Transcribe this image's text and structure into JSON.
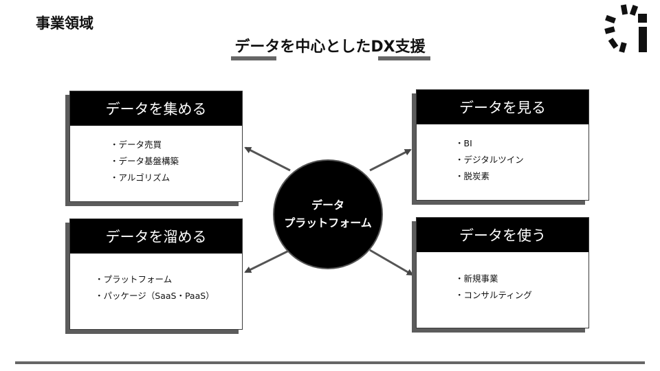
{
  "header": {
    "title": "事業領域",
    "subtitle": "データを中心としたDX支援"
  },
  "hub": {
    "line1": "データ",
    "line2": "プラットフォーム"
  },
  "boxes": {
    "collect": {
      "title": "データを集める",
      "items": [
        "データ売買",
        "データ基盤構築",
        "アルゴリズム"
      ]
    },
    "store": {
      "title": "データを溜める",
      "items": [
        "プラットフォーム",
        "パッケージ（SaaS・PaaS）"
      ]
    },
    "view": {
      "title": "データを見る",
      "items": [
        "BI",
        "デジタルツイン",
        "脱炭素"
      ]
    },
    "use": {
      "title": "データを使う",
      "items": [
        "新規事業",
        "コンサルティング"
      ]
    }
  },
  "colors": {
    "black": "#000000",
    "gray": "#666666",
    "white": "#ffffff"
  },
  "icons": {
    "logo": "brand-logo-icon"
  }
}
